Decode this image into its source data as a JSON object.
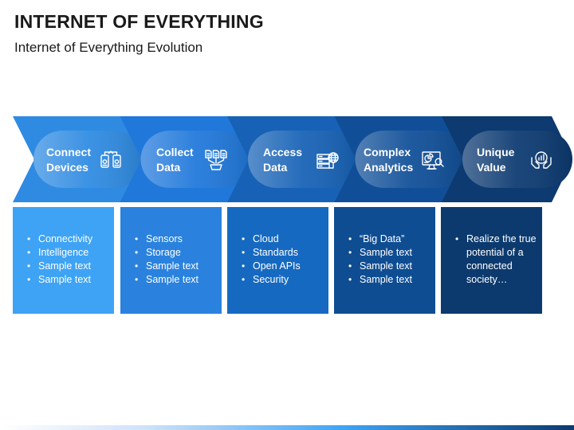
{
  "header": {
    "title": "INTERNET OF EVERYTHING",
    "subtitle": "Internet of Everything Evolution"
  },
  "colors": {
    "chevrons": [
      "#2f8be2",
      "#2078db",
      "#1762b6",
      "#104f98",
      "#0c3a71"
    ],
    "panels": [
      "#3ea3f4",
      "#2a82de",
      "#1669c0",
      "#0f4d93",
      "#0c3a6e"
    ]
  },
  "stages": [
    {
      "line1": "Connect",
      "line2": "Devices",
      "icon": "connected-devices-icon",
      "bullets": [
        "Connectivity",
        "Intelligence",
        "Sample text",
        "Sample text"
      ]
    },
    {
      "line1": "Collect",
      "line2": "Data",
      "icon": "collect-data-icon",
      "bullets": [
        "Sensors",
        "Storage",
        "Sample text",
        "Sample text"
      ]
    },
    {
      "line1": "Access",
      "line2": "Data",
      "icon": "access-data-globe-icon",
      "bullets": [
        "Cloud",
        "Standards",
        "Open APIs",
        "Security"
      ]
    },
    {
      "line1": "Complex",
      "line2": "Analytics",
      "icon": "analytics-monitor-icon",
      "bullets": [
        "“Big Data”",
        "Sample text",
        "Sample text",
        "Sample text"
      ]
    },
    {
      "line1": "Unique",
      "line2": "Value",
      "icon": "value-hands-icon",
      "bullets": [
        "Realize the true",
        "potential of a",
        "connected",
        "society…"
      ],
      "hanging": true
    }
  ]
}
